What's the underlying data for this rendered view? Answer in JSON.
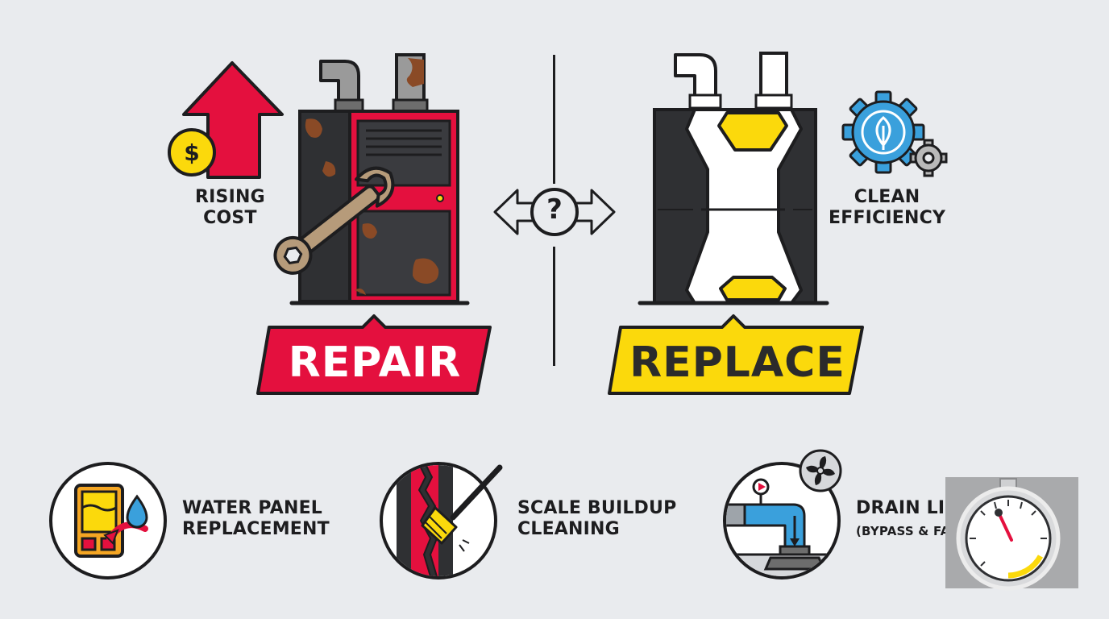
{
  "top": {
    "rising_cost_line1": "RISING",
    "rising_cost_line2": "COST",
    "clean_efficiency_line1": "CLEAN",
    "clean_efficiency_line2": "EFFICIENCY",
    "repair_label": "REPAIR",
    "replace_label": "REPLACE",
    "question_mark": "?",
    "dollar_sign": "$"
  },
  "services": [
    {
      "line1": "WATER PANEL",
      "line2": "REPLACEMENT",
      "icon": "water-panel-icon"
    },
    {
      "line1": "SCALE BUILDUP",
      "line2": "CLEANING",
      "icon": "scale-cleaning-icon"
    },
    {
      "line1": "DRAIN LIN",
      "line2": "(BYPASS & FA",
      "icon": "drain-line-icon"
    }
  ],
  "colors": {
    "red": "#e4103e",
    "yellow": "#fbd90c",
    "dark": "#2f3033",
    "rust": "#8a4a26",
    "blue": "#3aa0dc",
    "background": "#e9ebee"
  }
}
